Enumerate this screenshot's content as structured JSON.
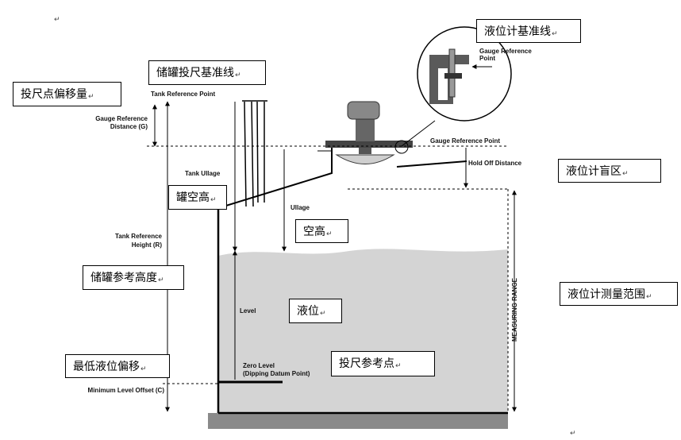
{
  "return_mark": "↵",
  "labels_en": {
    "tank_reference_point": "Tank Reference Point",
    "gauge_reference_distance_1": "Gauge Reference",
    "gauge_reference_distance_2": "Distance (G)",
    "tank_ullage": "Tank Ullage",
    "ullage": "Ullage",
    "tank_reference_height_1": "Tank Reference",
    "tank_reference_height_2": "Height (R)",
    "level": "Level",
    "zero_level_1": "Zero Level",
    "zero_level_2": "(Dipping Datum Point)",
    "minimum_level_offset": "Minimum Level Offset (C)",
    "gauge_reference_point": "Gauge Reference Point",
    "hold_off_distance": "Hold Off Distance",
    "measuring_range": "MEASURING RANGE",
    "inset_gauge_reference_1": "Gauge Reference",
    "inset_gauge_reference_2": "Point"
  },
  "labels_cn": {
    "gauge_ref_line": "液位计基准线",
    "tank_dip_ref_line": "储罐投尺基准线",
    "dip_point_offset": "投尺点偏移量",
    "blind_zone": "液位计盲区",
    "tank_ullage": "罐空高",
    "ullage": "空高",
    "tank_ref_height": "储罐参考高度",
    "measuring_range": "液位计测量范围",
    "level": "液位",
    "min_level_offset": "最低液位偏移",
    "dip_ref_point": "投尺参考点"
  }
}
